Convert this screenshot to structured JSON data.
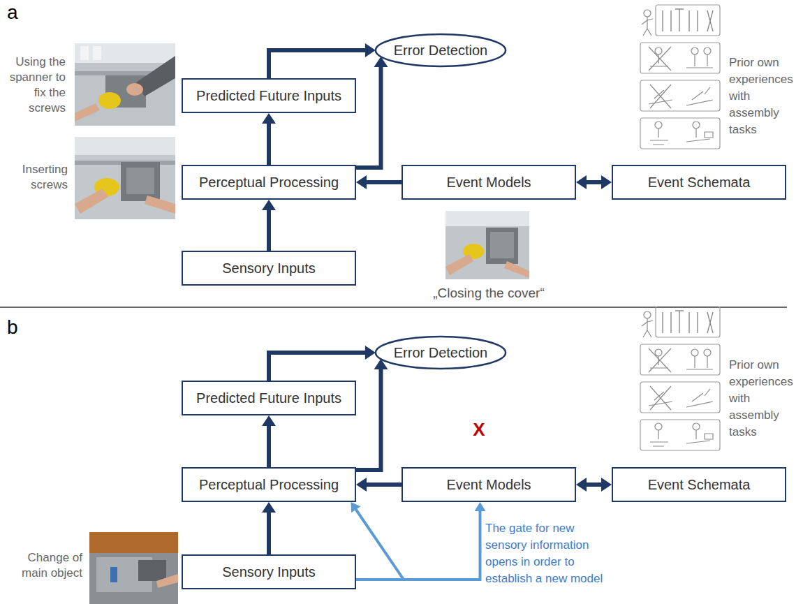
{
  "diagram": {
    "nodes": [
      {
        "text": [
          "Error Detection"
        ]
      },
      {
        "text": [
          "Predicted Future Inputs"
        ]
      },
      {
        "text": [
          "Perceptual Processing"
        ]
      },
      {
        "text": [
          "Event Models"
        ]
      },
      {
        "text": [
          "Event Schemata"
        ]
      },
      {
        "text": [
          "Sensory Inputs"
        ]
      },
      {
        "text": [
          "Error Detection"
        ]
      },
      {
        "text": [
          "Predicted Future Inputs"
        ]
      },
      {
        "text": [
          "Perceptual Processing"
        ]
      },
      {
        "text": [
          "Event Models"
        ]
      },
      {
        "text": [
          "Event Schemata"
        ]
      },
      {
        "text": [
          "Sensory Inputs"
        ]
      }
    ],
    "edges": [
      {
        "from": 5,
        "to": 2,
        "arrow": "to"
      },
      {
        "from": 2,
        "to": 1,
        "arrow": "to"
      },
      {
        "from": 1,
        "to": 0,
        "arrow": "to"
      },
      {
        "from": 2,
        "to": 0,
        "arrow": "to"
      },
      {
        "from": 3,
        "to": 2,
        "arrow": "to"
      },
      {
        "from": 3,
        "to": 4,
        "arrow": "both"
      },
      {
        "from": 11,
        "to": 8,
        "arrow": "to"
      },
      {
        "from": 8,
        "to": 7,
        "arrow": "to"
      },
      {
        "from": 7,
        "to": 6,
        "arrow": "to"
      },
      {
        "from": 8,
        "to": 6,
        "arrow": "to"
      },
      {
        "from": 9,
        "to": 8,
        "arrow": "to"
      },
      {
        "from": 9,
        "to": 10,
        "arrow": "both"
      },
      {
        "from": 11,
        "to": 8,
        "arrow": "to"
      },
      {
        "from": 11,
        "to": 9,
        "arrow": "to"
      }
    ],
    "labels": [
      "a",
      "Using the spanner to fix the screws",
      "Inserting screws",
      "Prior own experiences with assembly tasks",
      "„Closing the cover“",
      "b",
      "Prior own experiences with assembly tasks",
      "X",
      "Change of main object",
      "The gate for new sensory information opens in order to establish a new model"
    ]
  }
}
